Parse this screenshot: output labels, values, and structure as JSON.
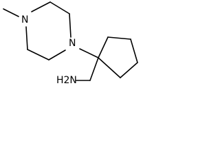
{
  "colors": {
    "background": "#ffffff",
    "bond": "#000000",
    "label": "#000000"
  },
  "atoms": {
    "n1": "N",
    "n2": "N",
    "amine": "H2N"
  }
}
